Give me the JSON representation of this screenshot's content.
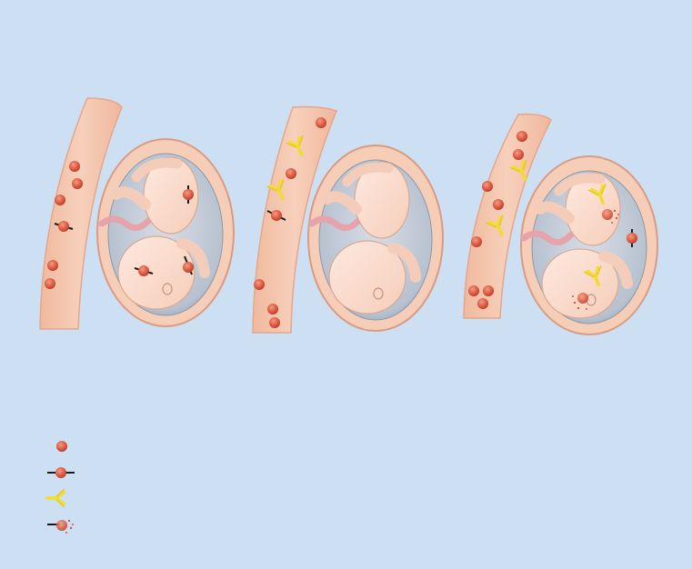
{
  "colors": {
    "background": "#cddff3",
    "maternal_vessel": "#f4c6ad",
    "vessel_edge": "#e6a68a",
    "uterus_wall": "#f6cdb6",
    "amniotic_fluid": "#b9c4d2",
    "fetus_skin": "#fbe0d2",
    "umbilical_cord": "#e7a3ab",
    "red_cell": "#d9553d",
    "antibody": "#f2dc2c",
    "antigen_marker": "#1a1a1a"
  },
  "panels": [
    {
      "id": "first-pregnancy"
    },
    {
      "id": "maternal-sensitization"
    },
    {
      "id": "subsequent-pregnancy"
    }
  ],
  "legend": [
    {
      "symbol": "red-blood-cell-icon"
    },
    {
      "symbol": "rh-positive-cell-icon"
    },
    {
      "symbol": "antibody-icon"
    },
    {
      "symbol": "lysed-cell-icon"
    }
  ]
}
